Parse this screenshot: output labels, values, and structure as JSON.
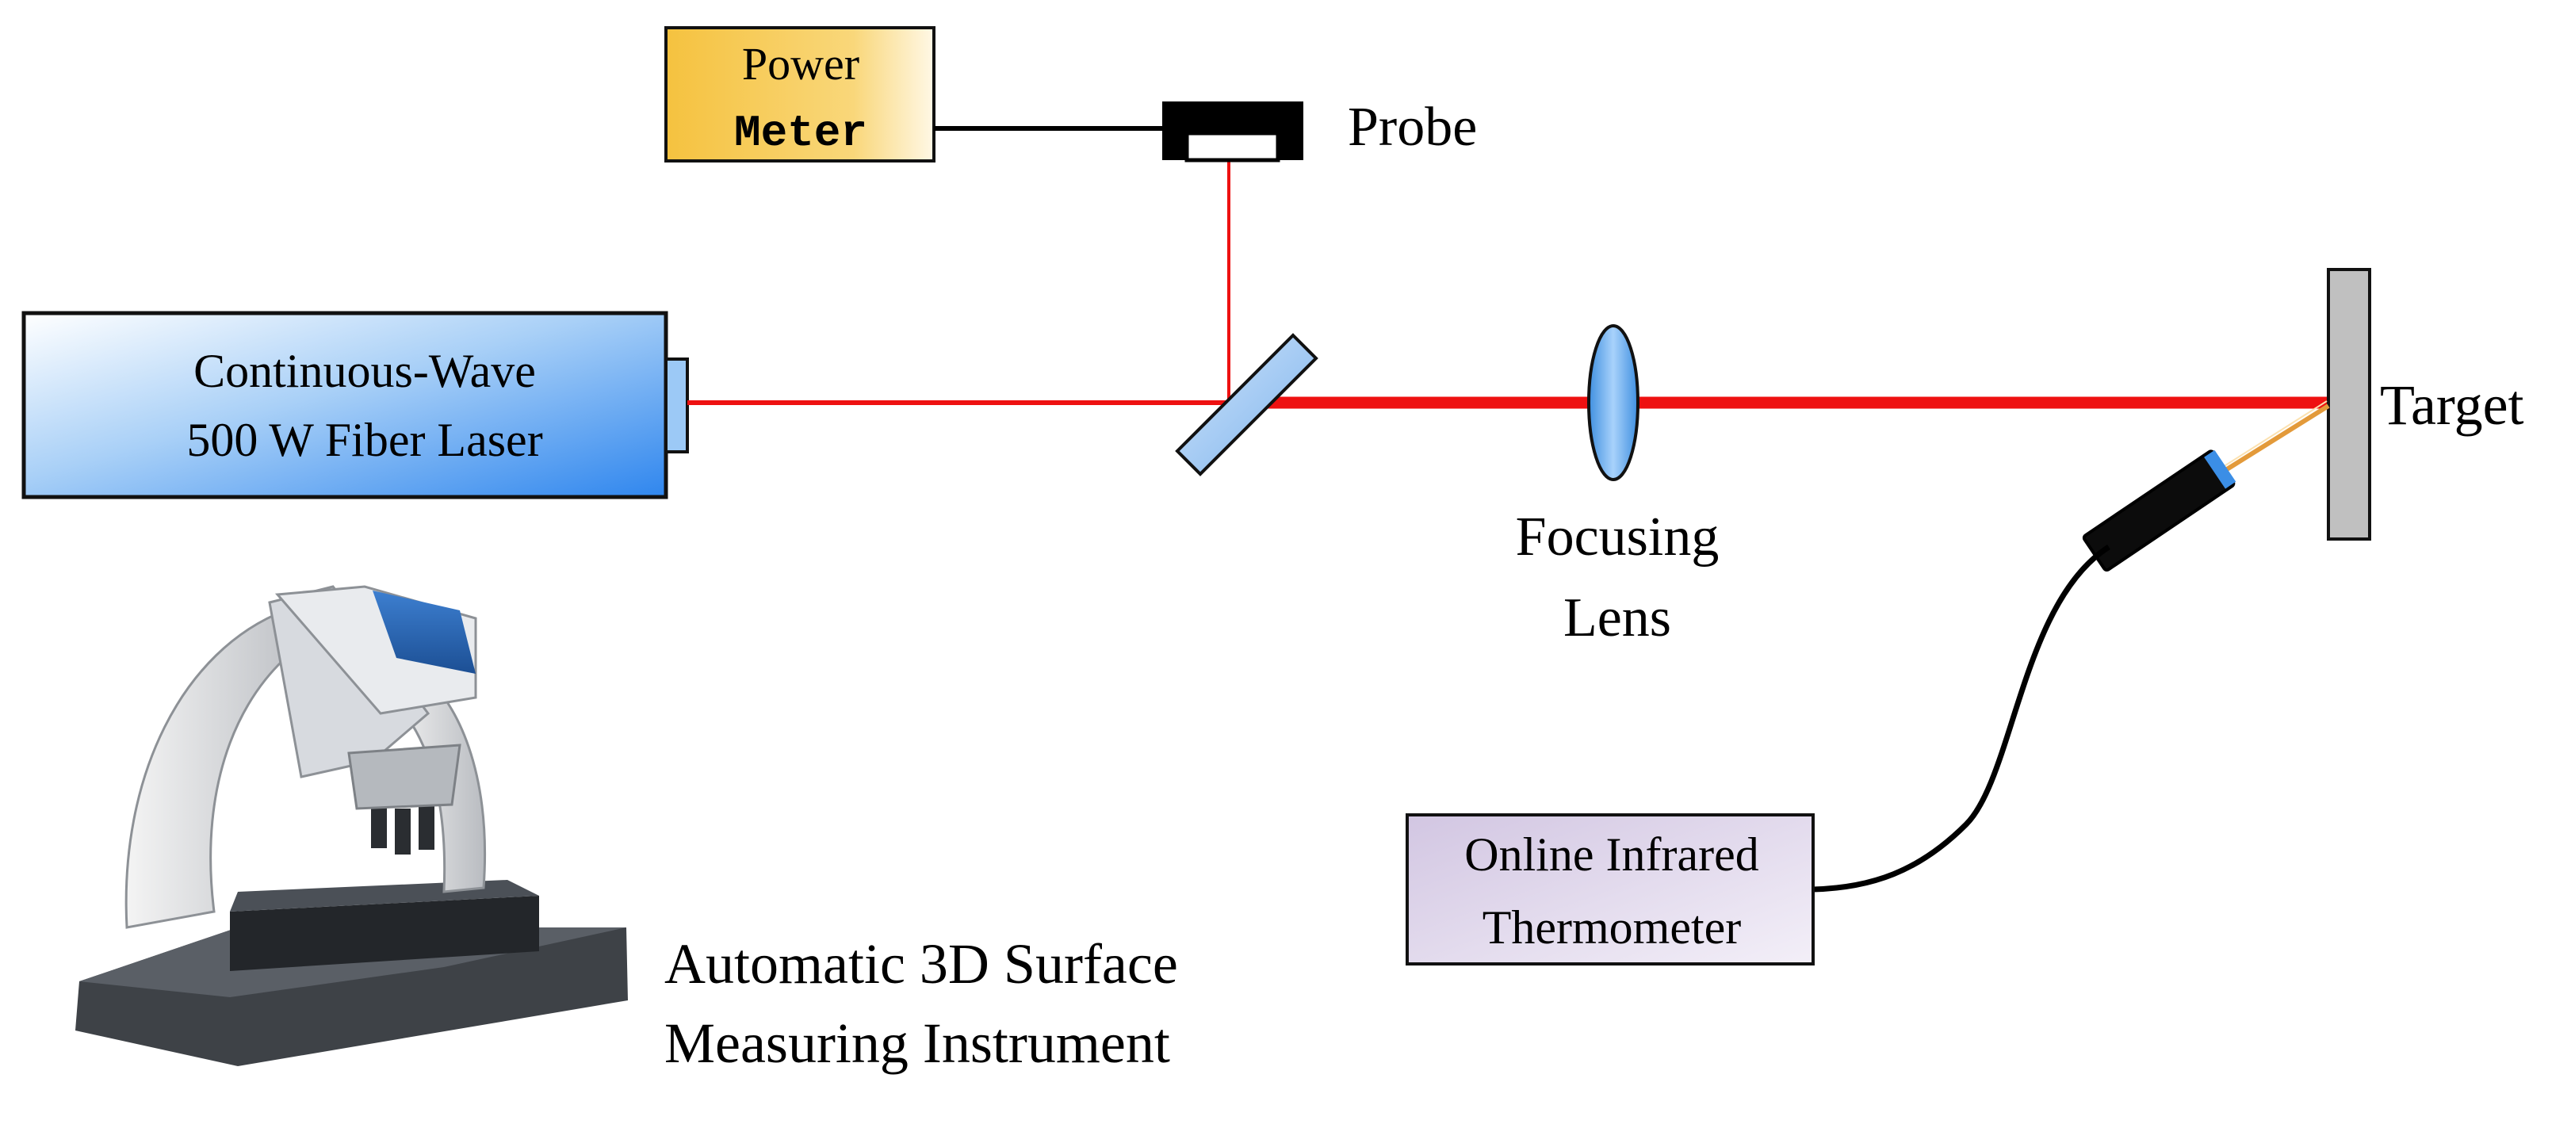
{
  "laser": {
    "line1": "Continuous-Wave",
    "line2": "500 W Fiber Laser"
  },
  "power_meter": {
    "line1": "Power",
    "line2": "Meter"
  },
  "probe": {
    "label": "Probe"
  },
  "lens": {
    "line1": "Focusing",
    "line2": "Lens"
  },
  "target": {
    "label": "Target"
  },
  "thermometer": {
    "line1": "Online Infrared",
    "line2": "Thermometer"
  },
  "instrument": {
    "line1": "Automatic 3D Surface",
    "line2": "Measuring Instrument"
  },
  "colors": {
    "beam": "#ee1111",
    "laser_box_dark": "#3d8ef0",
    "laser_box_light": "#ffffff",
    "power_meter_fill": "#f7c443",
    "thermometer_fill": "#d9cfe6",
    "lens_fill": "#6fb0f2",
    "target_fill": "#c0c0c0"
  }
}
